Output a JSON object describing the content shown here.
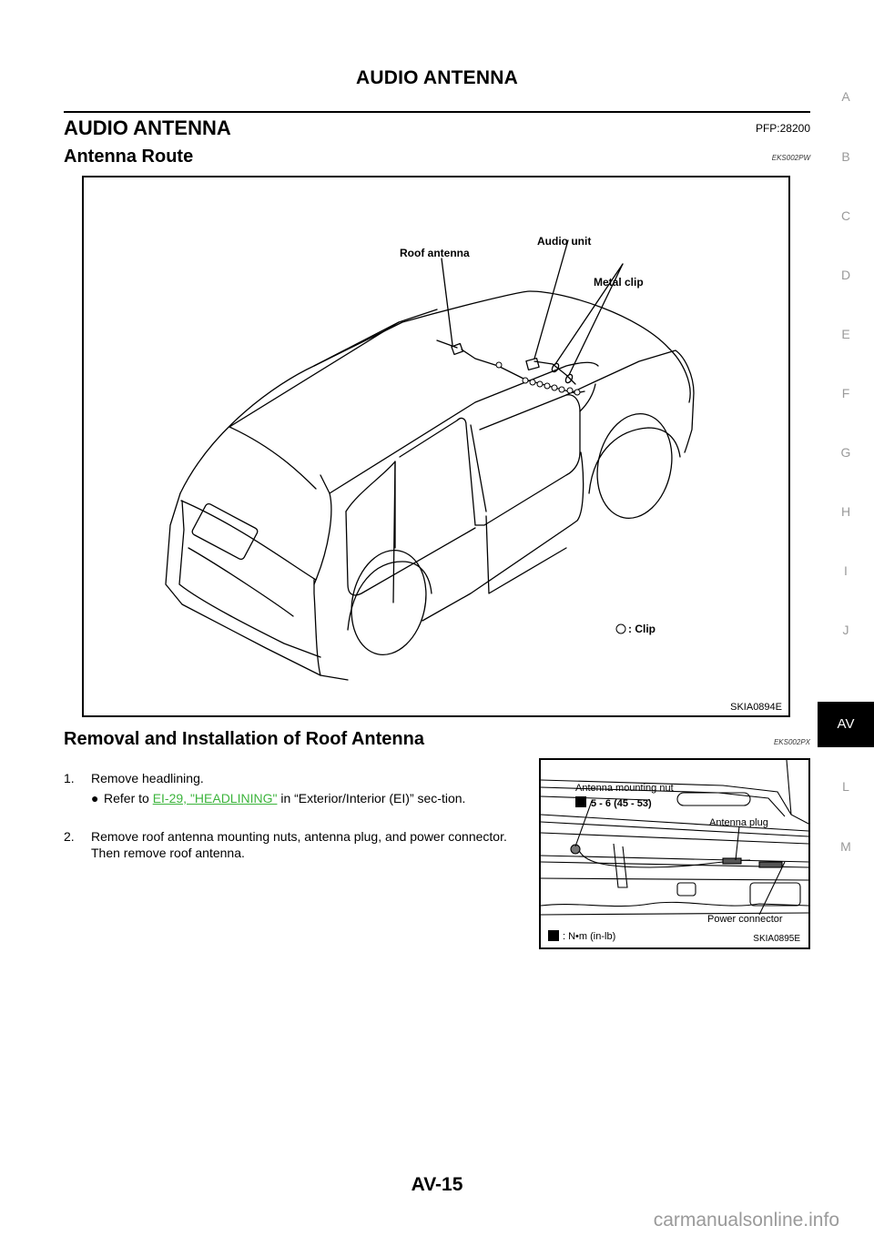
{
  "page": {
    "running_header": "AUDIO ANTENNA",
    "page_number": "AV-15",
    "watermark": "carmanualsonline.info"
  },
  "section": {
    "title": "AUDIO ANTENNA",
    "pfp": "PFP:28200"
  },
  "antenna_route": {
    "title": "Antenna Route",
    "code": "EKS002PW",
    "figure": {
      "labels": {
        "roof_antenna": "Roof antenna",
        "audio_unit": "Audio unit",
        "metal_clip": "Metal clip",
        "clip_legend": ": Clip"
      },
      "figure_id": "SKIA0894E"
    }
  },
  "removal": {
    "title": "Removal and Installation of Roof Antenna",
    "code": "EKS002PX",
    "steps": [
      {
        "number": "1.",
        "text": "Remove headlining."
      },
      {
        "number": "2.",
        "text": "Remove roof antenna mounting nuts, antenna plug, and power connector. Then remove roof antenna."
      }
    ],
    "bullet": {
      "prefix": "Refer to ",
      "link": "EI-29, \"HEADLINING\"",
      "suffix": "  in “Exterior/Interior (EI)” sec-tion."
    },
    "figure": {
      "labels": {
        "mounting_nut": "Antenna mounting nut",
        "torque": "5 - 6 (45 - 53)",
        "antenna_plug": "Antenna plug",
        "power_connector": "Power connector",
        "torque_legend": ": N•m (in-lb)"
      },
      "figure_id": "SKIA0895E"
    }
  },
  "section_tabs": {
    "items": [
      "A",
      "B",
      "C",
      "D",
      "E",
      "F",
      "G",
      "H",
      "I",
      "J",
      "AV",
      "L",
      "M"
    ],
    "active": "AV"
  },
  "colors": {
    "link": "#3cb43c",
    "tab_inactive": "#9a9a9a",
    "tab_active_bg": "#000000"
  }
}
